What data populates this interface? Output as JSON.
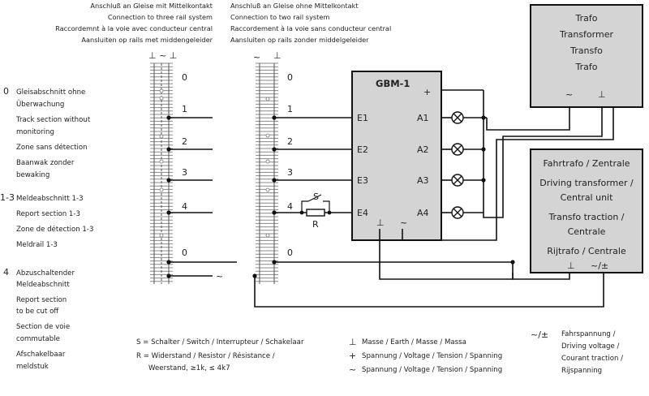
{
  "headers": {
    "left": [
      "Anschluß an Gleise mit Mittelkontakt",
      "Connection to three rail system",
      "Raccordemnt à la voie avec conducteur central",
      "Aansluiten op rails met middengeleider"
    ],
    "right": [
      "Anschluß an Gleise ohne Mittelkontakt",
      "Connection to two rail system",
      "Raccordement à la voie sans conducteur central",
      "Aansluiten op rails zonder middelgeleider"
    ]
  },
  "symbols": {
    "three_rail_top": "⊥ ~ ⊥",
    "tilde": "~",
    "earth": "⊥",
    "plus": "+",
    "tilde_plus": "~/±"
  },
  "left_labels": {
    "zero_num": "0",
    "zero": [
      "Gleisabschnitt  ohne",
      "Überwachung",
      "Track section without",
      "monitoring",
      "Zone sans détection",
      "Baanwak zonder",
      "bewaking"
    ],
    "report_num": "1-3",
    "report": [
      "Meldeabschnitt 1-3",
      "Report section 1-3",
      "Zone de détection 1-3",
      "Meldrail 1-3"
    ],
    "cut_num": "4",
    "cut": [
      "Abzuschaltender",
      "Meldeabschnitt",
      "Report section",
      "to be cut off",
      "Section de voie",
      "commutable",
      "Afschakelbaar",
      "meldstuk"
    ]
  },
  "track_numbers": [
    "0",
    "1",
    "2",
    "3",
    "4",
    "0"
  ],
  "gbm": {
    "title": "GBM-1",
    "inputs": [
      "E1",
      "E2",
      "E3",
      "E4"
    ],
    "outputs": [
      "A1",
      "A2",
      "A3",
      "A4"
    ],
    "plus": "+",
    "earth": "⊥",
    "tilde": "~"
  },
  "switch_labels": {
    "s": "S",
    "r": "R"
  },
  "trafo": {
    "lines": [
      "Trafo",
      "Transformer",
      "Transfo",
      "Trafo"
    ],
    "tilde": "~",
    "earth": "⊥"
  },
  "central": {
    "lines": [
      "Fahrtrafo / Zentrale",
      "Driving transformer /",
      "Central unit",
      "Transfo traction /",
      "Centrale",
      "Rijtrafo / Centrale"
    ],
    "earth": "⊥",
    "tilde_plus": "~/±"
  },
  "legend": {
    "s": "S = Schalter / Switch / Interrupteur / Schakelaar",
    "r1": "R = Widerstand / Resistor / Résistance /",
    "r2": "Weerstand, ≥1k, ≤ 4k7",
    "earth": "Masse / Earth / Masse /  Massa",
    "plus": "Spannung / Voltage / Tension / Spanning",
    "tilde": "Spannung / Voltage / Tension / Spanning",
    "drive": [
      "Fahrspannung /",
      "Driving voltage /",
      "Courant traction /",
      "Rijspanning"
    ]
  },
  "colors": {
    "box_fill": "#d4d4d4",
    "line": "#111111"
  }
}
